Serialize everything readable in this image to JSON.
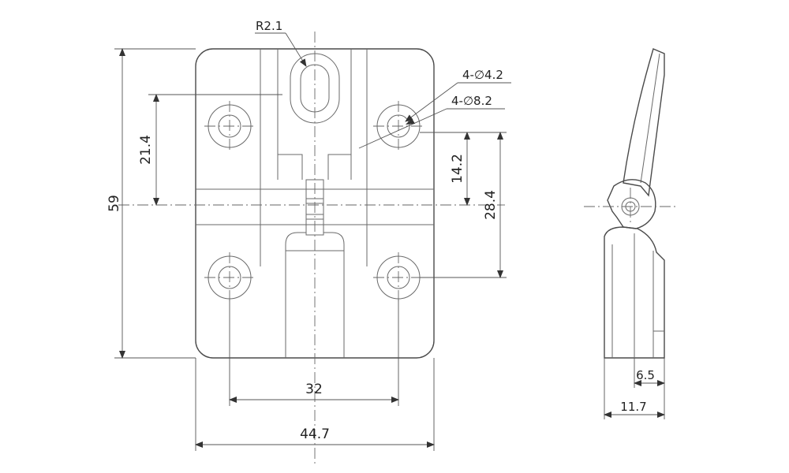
{
  "drawing": {
    "front_view": {
      "dims": {
        "height": "59",
        "hole_offset_top": "21.4",
        "hole_offset_mid": "14.2",
        "hole_spacing_v": "28.4",
        "hole_spacing_h": "32",
        "width": "44.7"
      },
      "callouts": {
        "slot_radius": "R2.1",
        "small_holes": "4-∅4.2",
        "large_holes": "4-∅8.2"
      }
    },
    "side_view": {
      "dims": {
        "thickness_inner": "6.5",
        "thickness_total": "11.7"
      }
    }
  }
}
